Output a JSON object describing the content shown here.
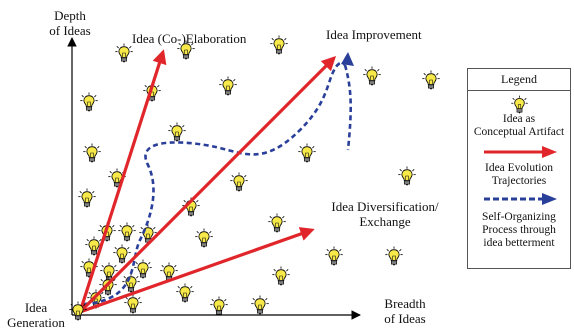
{
  "labels": {
    "depth": [
      "Depth",
      "of Ideas"
    ],
    "breadth": [
      "Breadth",
      "of Ideas"
    ],
    "generation": [
      "Idea",
      "Generation"
    ],
    "elaboration": "Idea (Co-)Elaboration",
    "improvement": "Idea Improvement",
    "diversification": [
      "Idea Diversification/",
      "Exchange"
    ]
  },
  "legend": {
    "title": "Legend",
    "artifact": [
      "Idea as",
      "Conceptual Artifact"
    ],
    "evolution": [
      "Idea Evolution",
      "Trajectories"
    ],
    "self_org": [
      "Self-Organizing",
      "Process through",
      "idea betterment"
    ]
  },
  "colors": {
    "arrow": "#e0262a",
    "dashed": "#2a3f9a",
    "bulb": "#f7e94a",
    "axis": "#000000"
  },
  "icons": {
    "idea": "lightbulb-icon"
  }
}
